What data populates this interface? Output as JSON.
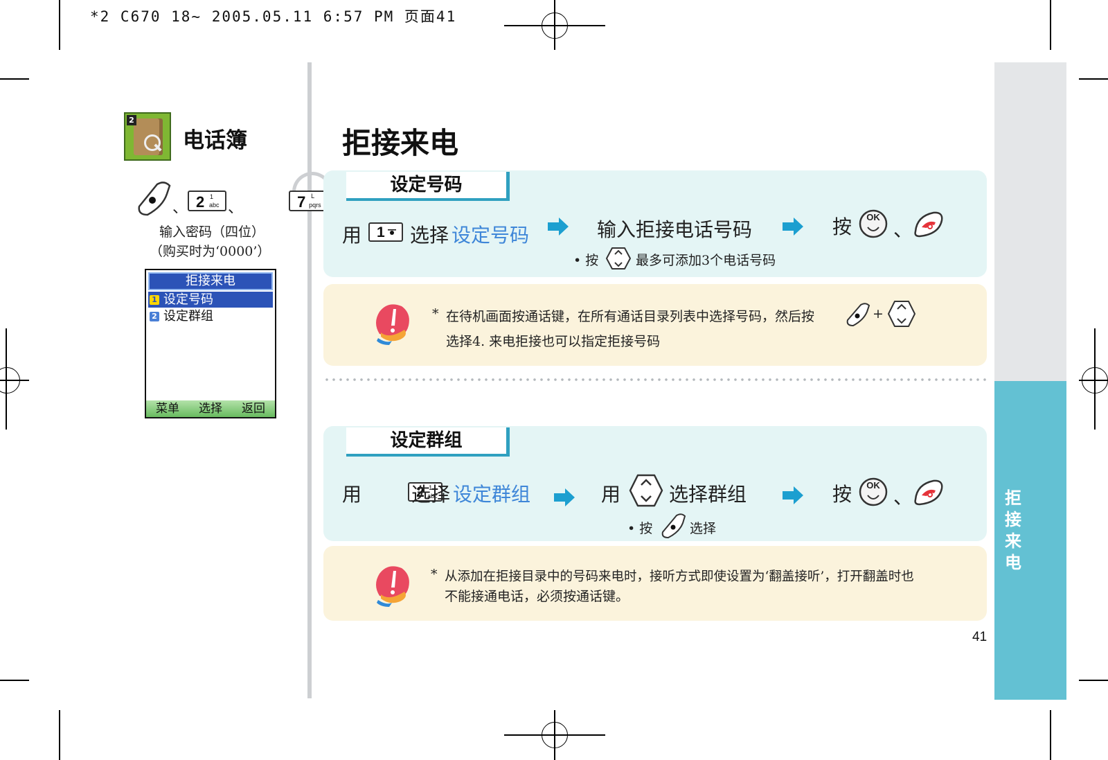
{
  "print_header": "*2 C670 18~ 2005.05.11 6:57 PM 页面41",
  "sidebar": {
    "section_title": "电话簿",
    "book_icon_number": "2",
    "key_separator": "、",
    "key_2_label": "2",
    "key_2_sub": "abc",
    "key_7_label": "7",
    "key_7_sub": "pqrs",
    "password_line1": "输入密码（四位）",
    "password_line2": "（购买时为‘0000’）",
    "phone_screen": {
      "title": "拒接来电",
      "items": [
        {
          "num": "1",
          "label": "设定号码"
        },
        {
          "num": "2",
          "label": "设定群组"
        }
      ],
      "softkeys": [
        "菜单",
        "选择",
        "返回"
      ]
    }
  },
  "page_title": "拒接来电",
  "side_tab_label": [
    "拒",
    "接",
    "来",
    "电"
  ],
  "page_number": "41",
  "section_number": {
    "tab": "设定号码",
    "step1_prefix": "用",
    "step1_key": "1",
    "step1_verb": "选择",
    "step1_option": "设定号码",
    "step2": "输入拒接电话号码",
    "step3_prefix": "按",
    "ok_label": "OK",
    "separator": "、",
    "note_bullet": "• 按",
    "note_text": "最多可添加3个电话号码",
    "warning_star": "*",
    "warning_line1": "在待机画面按通话键，在所有通话目录列表中选择号码，然后按",
    "warning_plus": "+",
    "warning_line2": "选择4. 来电拒接也可以指定拒接号码"
  },
  "section_group": {
    "tab": "设定群组",
    "step1_prefix": "用",
    "step1_key": "2",
    "step1_key_sub": "abc",
    "step1_verb": "选择",
    "step1_option": "设定群组",
    "step2_prefix": "用",
    "step2_text": "选择群组",
    "step3_prefix": "按",
    "ok_label": "OK",
    "separator": "、",
    "note_bullet": "• 按",
    "note_text": "选择",
    "warning_star": "*",
    "warning_line1": "从添加在拒接目录中的号码来电时，接听方式即使设置为‘翻盖接听’，打开翻盖时也",
    "warning_line2": "不能接通电话，必须按通话键。"
  },
  "colors": {
    "accent_teal": "#63c1d3",
    "link_blue": "#3e86d8",
    "arrow_blue": "#1c9fd0",
    "panel_blue": "#e4f5f5",
    "panel_yellow": "#fbf3dc",
    "phone_title_blue": "#2c53b7",
    "end_key_red": "#e5333a"
  }
}
